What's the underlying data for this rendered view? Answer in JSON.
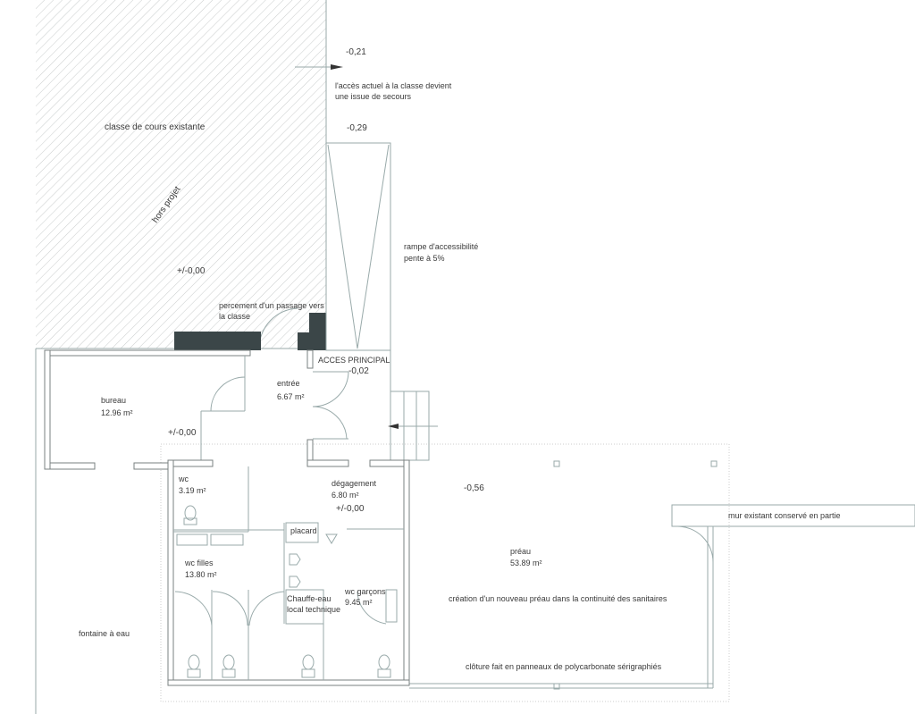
{
  "existing": {
    "classroom_label": "classe de cours existante",
    "out_of_scope_label": "hors projet",
    "classroom_level": "+/-0,00",
    "opening_label_line1": "percement d'un passage vers",
    "opening_label_line2": "la classe"
  },
  "levels": {
    "top_level": "-0,21",
    "ramp_top_level": "-0,29",
    "entrance_level": "-0,02",
    "bureau_level": "+/-0,00",
    "degagement_level": "+/-0,00",
    "preau_level": "-0,56"
  },
  "annotations": {
    "access_note_line1": "l'accès actuel à la classe devient",
    "access_note_line2": "une issue de secours",
    "ramp_line1": "rampe d'accessibilité",
    "ramp_line2": "pente à 5%",
    "main_access": "ACCES PRINCIPAL",
    "existing_wall": "mur existant conservé en partie",
    "new_preau": "création d'un nouveau préau dans la continuité des sanitaires",
    "fence": "clôture fait en panneaux de polycarbonate sérigraphiés",
    "fountain": "fontaine à eau"
  },
  "rooms": [
    {
      "name": "bureau",
      "area": "12.96 m²"
    },
    {
      "name": "entrée",
      "area": "6.67 m²"
    },
    {
      "name": "wc",
      "area": "3.19 m²"
    },
    {
      "name": "dégagement",
      "area": "6.80 m²"
    },
    {
      "name": "placard",
      "area": ""
    },
    {
      "name": "wc filles",
      "area": "13.80 m²"
    },
    {
      "name": "Chauffe-eau",
      "area": "local technique"
    },
    {
      "name": "wc garçons",
      "area": "9.45 m²"
    },
    {
      "name": "préau",
      "area": "53.89 m²"
    }
  ]
}
